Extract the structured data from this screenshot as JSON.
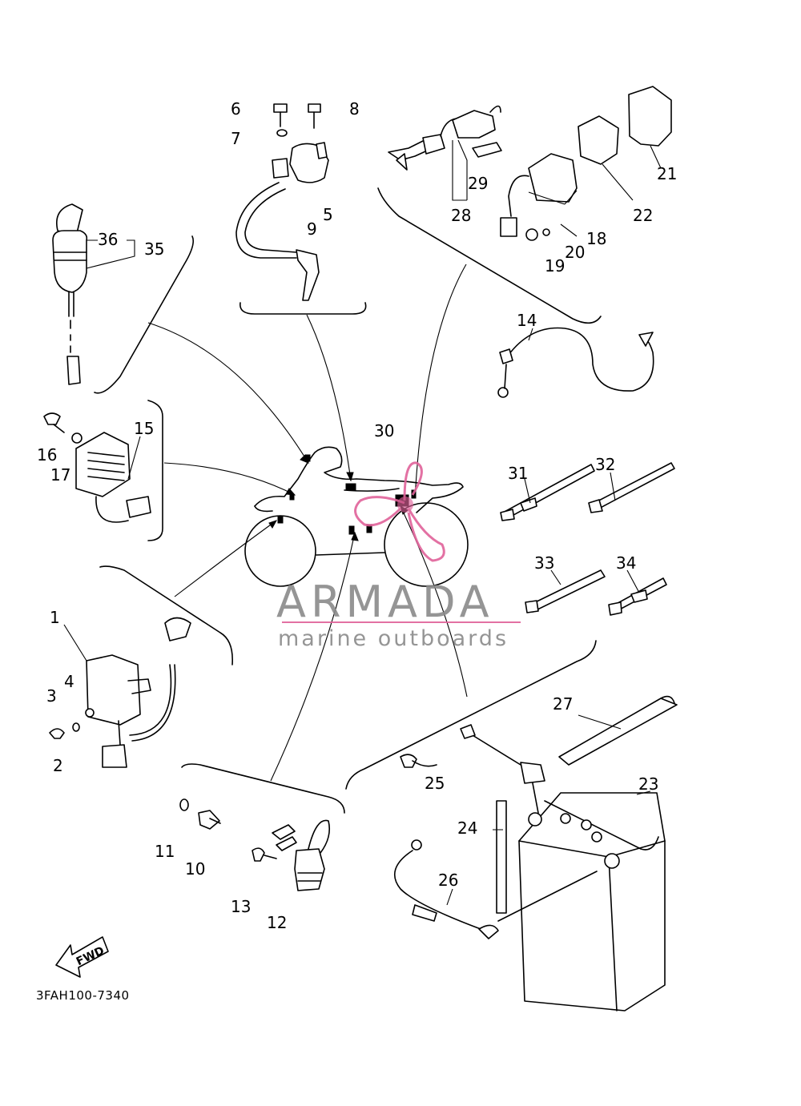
{
  "diagram": {
    "drawing_code": "3FAH100-7340",
    "fwd_label": "FWD",
    "part_numbers": [
      "1",
      "2",
      "3",
      "4",
      "5",
      "6",
      "7",
      "8",
      "9",
      "10",
      "11",
      "12",
      "13",
      "14",
      "15",
      "16",
      "17",
      "18",
      "19",
      "20",
      "21",
      "22",
      "23",
      "24",
      "25",
      "26",
      "27",
      "28",
      "29",
      "30",
      "31",
      "32",
      "33",
      "34",
      "35",
      "36"
    ]
  },
  "watermark": {
    "brand": "ARMADA",
    "tagline": "marine outboards",
    "accent_color": "#e0629a",
    "text_color": "#8a8a8a"
  }
}
